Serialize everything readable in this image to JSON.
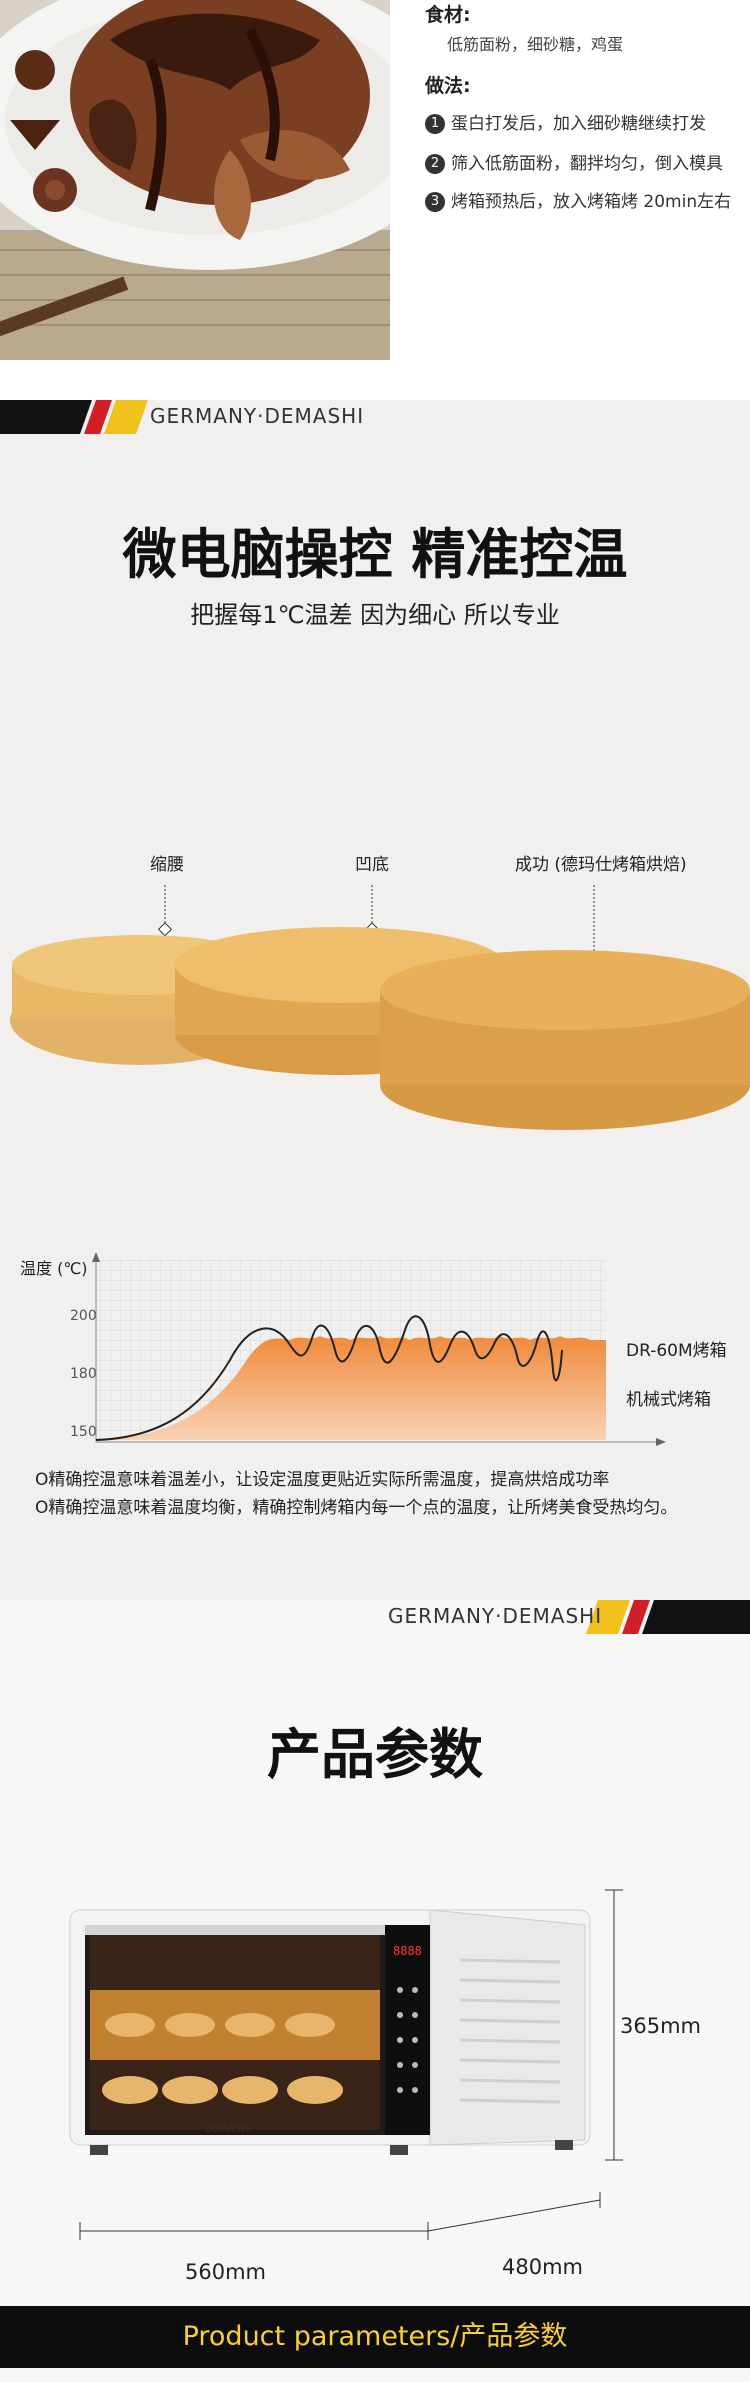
{
  "recipe": {
    "ingredients_heading": "食材:",
    "ingredients": "低筋面粉，细砂糖，鸡蛋",
    "method_heading": "做法:",
    "steps": [
      {
        "num": "1",
        "text": "蛋白打发后，加入细砂糖继续打发"
      },
      {
        "num": "2",
        "text": "筛入低筋面粉，翻拌均匀，倒入模具"
      },
      {
        "num": "3",
        "text": "烤箱预热后，放入烤箱烤 20min左右"
      }
    ]
  },
  "brand": {
    "name": "GERMANY·DEMASHI"
  },
  "control": {
    "title": "微电脑操控 精准控温",
    "subtitle": "把握每1℃温差 因为细心 所以专业",
    "cake_labels": [
      "缩腰",
      "凹底",
      "成功 (德玛仕烤箱烘焙)"
    ]
  },
  "temp_chart": {
    "ylabel": "温度 (℃)",
    "y_ticks": [
      "200",
      "180",
      "150"
    ],
    "series": [
      {
        "name": "DR-60M烤箱",
        "color": "#f06a1f"
      },
      {
        "name": "机械式烤箱",
        "color": "#222222"
      }
    ]
  },
  "notes": [
    "O精确控温意味着温差小，让设定温度更贴近实际所需温度，提高烘焙成功率",
    "O精确控温意味着温度均衡，精确控制烤箱内每一个点的温度，让所烤美食受热均匀。"
  ],
  "params": {
    "title": "产品参数",
    "oven_display": "8888",
    "oven_brand": "DEMASHI",
    "width": "560mm",
    "depth": "480mm",
    "height": "365mm",
    "banner": "Product parameters/产品参数"
  }
}
